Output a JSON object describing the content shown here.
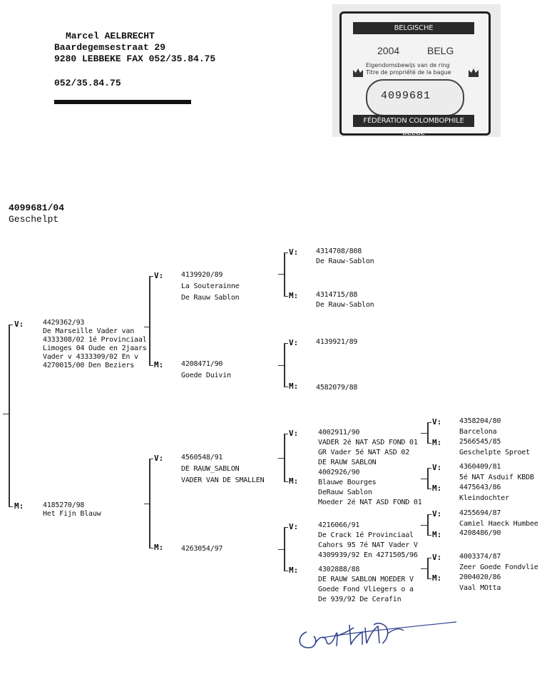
{
  "header": {
    "name": "Marcel AELBRECHT",
    "street": "Baardegemsestraat 29",
    "city_fax": "9280  LEBBEKE FAX 052/35.84.75",
    "phone": "052/35.84.75"
  },
  "card": {
    "top_band": "BELGISCHE DUIVENLIEFHEBBERSBOND",
    "year": "2004",
    "country": "BELG",
    "line1": "Eigendomsbewijs van de ring",
    "line2": "Titre de propriété de la bague",
    "ring_number": "4099681",
    "bottom_band": "FÉDÉRATION COLOMBOPHILE BELGE"
  },
  "bird": {
    "ring": "4099681/04",
    "color": "Geschelpt"
  },
  "labels": {
    "v": "V:",
    "m": "M:"
  },
  "pedigree": {
    "v": [
      "4429362/93",
      "De Marseille Vader van",
      "4333308/02 1é Provinciaal",
      "Limoges 04 Oude en 2jaars",
      "Vader v 4333309/02 En v",
      "4270015/00 Den Beziers"
    ],
    "m": [
      "4185270/98",
      "Het Fijn Blauw"
    ],
    "vv": [
      "4139920/89",
      "La Souterainne",
      "De Rauw Sablon"
    ],
    "vm": [
      "4208471/90",
      "Goede Duivin"
    ],
    "mv": [
      "4560548/91",
      "DE RAUW_SABLON",
      "VADER VAN DE SMALLEN"
    ],
    "mm": [
      "4263054/97"
    ],
    "vvv": [
      "4314708/808",
      "De Rauw-Sablon"
    ],
    "vvm": [
      "4314715/88",
      "De Rauw-Sablon"
    ],
    "vmv": [
      "4139921/89"
    ],
    "vmm": [
      "4582079/88"
    ],
    "mvv": [
      "4002911/90",
      "VADER 2é NAT ASD FOND 01",
      "GR Vader 5é NAT ASD 02",
      "DE RAUW SABLON"
    ],
    "mvm": [
      "4002926/90",
      "Blauwe Bourges",
      "DeRauw Sablon",
      "Moeder 2é NAT ASD FOND 01"
    ],
    "mmv": [
      "4216066/91",
      "De Crack 1é Provinciaal",
      "Cahors 95 7é NAT Vader V",
      "4309939/92 En 4271505/96"
    ],
    "mmm": [
      "4302888/88",
      "DE RAUW SABLON MOEDER V",
      "Goede Fond Vliegers o a",
      "De 939/92 De Cerafin"
    ],
    "mvvv": [
      "4358204/80",
      "Barcelona"
    ],
    "mvvm": [
      "2566545/85",
      "Geschelpte Sproet"
    ],
    "mvmv": [
      "4360409/81",
      "5é NAT Asduif KBDB"
    ],
    "mvmm": [
      "4475643/86",
      "Kleindochter"
    ],
    "mmvv": [
      "4255694/87",
      "Camiel Haeck Humbee"
    ],
    "mmvm": [
      "4208486/90"
    ],
    "mmmv": [
      "4003374/87",
      "Zeer Goede Fondvlie"
    ],
    "mmmm": [
      "2004020/86",
      "Vaal MOtta"
    ]
  }
}
